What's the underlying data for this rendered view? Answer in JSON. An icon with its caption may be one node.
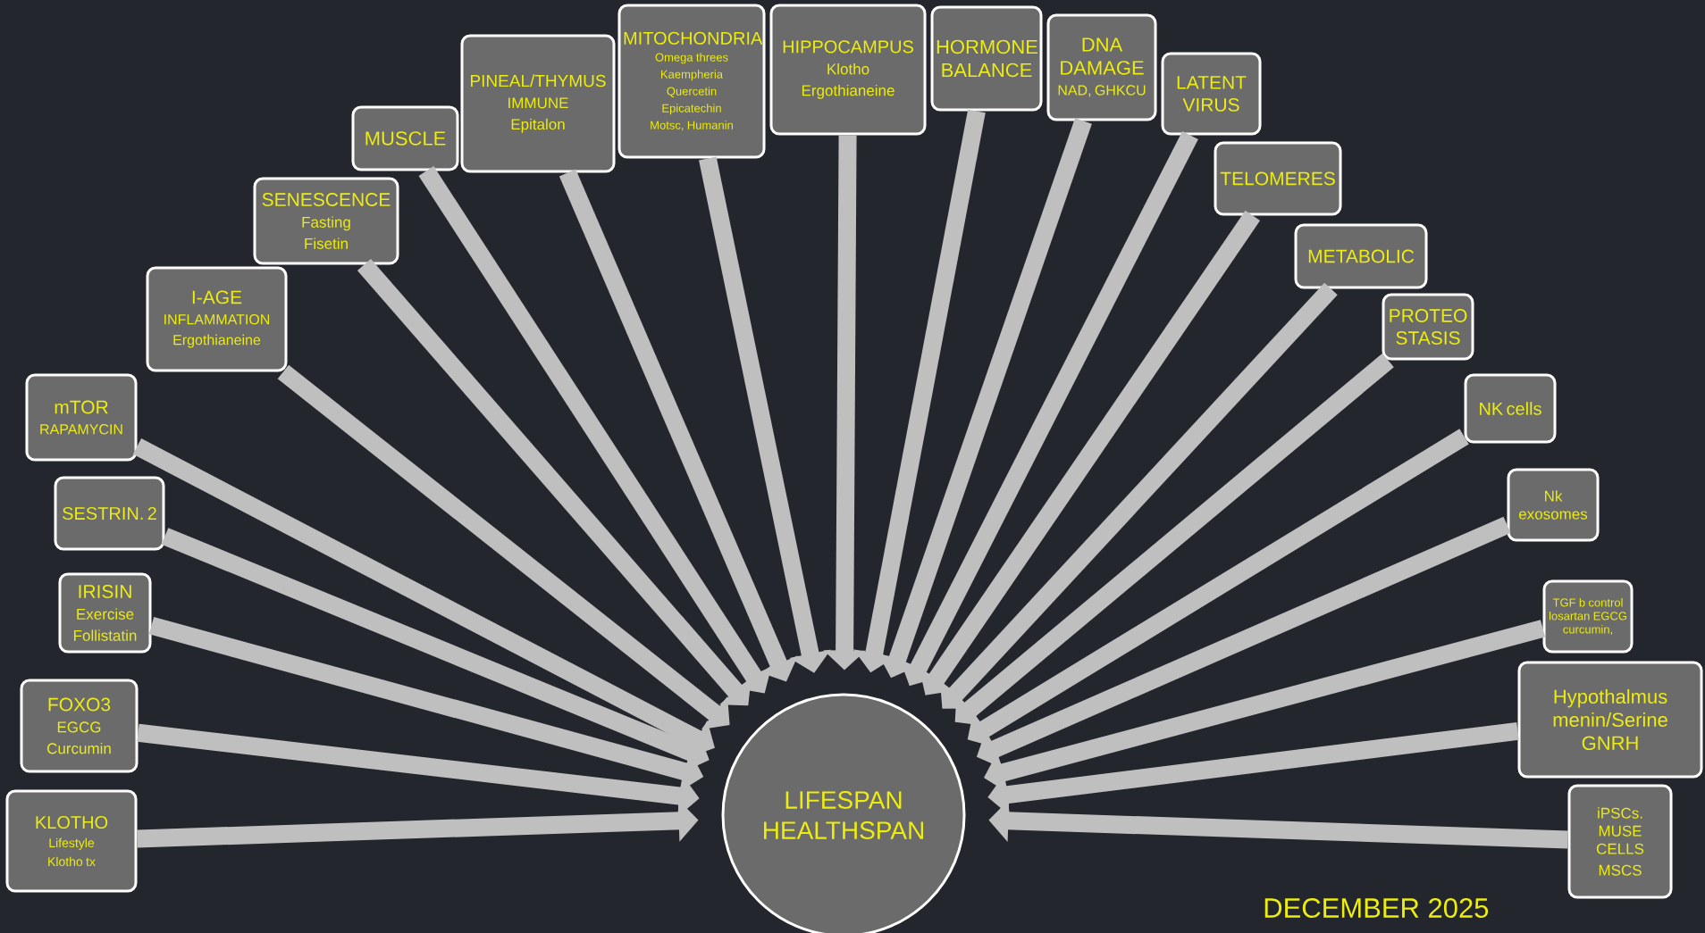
{
  "diagram": {
    "nodes": [
      {
        "text": [
          "KLOTHO",
          "Lifestyle",
          "Klotho tx"
        ]
      },
      {
        "text": [
          "FOXO3",
          "EGCG",
          "Curcumin"
        ]
      },
      {
        "text": [
          "IRISIN",
          "Exercise",
          "Follistatin"
        ]
      },
      {
        "text": [
          "SESTRIN. 2"
        ]
      },
      {
        "text": [
          "mTOR",
          "RAPAMYCIN"
        ]
      },
      {
        "text": [
          "I-AGE",
          "INFLAMMATION",
          "Ergothianeine"
        ]
      },
      {
        "text": [
          "SENESCENCE",
          "Fasting",
          "Fisetin"
        ]
      },
      {
        "text": [
          "MUSCLE"
        ]
      },
      {
        "text": [
          "PINEAL/THYMUS",
          "IMMUNE",
          "Epitalon"
        ]
      },
      {
        "text": [
          "MITOCHONDRIA",
          "Omega threes",
          "Kaempheria",
          "Quercetin",
          "Epicatechin",
          "Motsc, Humanin"
        ]
      },
      {
        "text": [
          "HIPPOCAMPUS",
          "Klotho",
          "Ergothianeine"
        ]
      },
      {
        "text": [
          "HORMONE BALANCE"
        ]
      },
      {
        "text": [
          "DNA DAMAGE",
          "NAD, GHKCU"
        ]
      },
      {
        "text": [
          "LATENT VIRUS"
        ]
      },
      {
        "text": [
          "TELOMERES"
        ]
      },
      {
        "text": [
          "METABOLIC"
        ]
      },
      {
        "text": [
          "PROTEO STASIS"
        ]
      },
      {
        "text": [
          "NK cells"
        ]
      },
      {
        "text": [
          "Nk exosomes"
        ]
      },
      {
        "text": [
          "TGF b control losartan EGCG curcumin,"
        ]
      },
      {
        "text": [
          "Hypothalmus menin/Serine GNRH"
        ]
      },
      {
        "text": [
          "iPSCs. MUSE CELLS",
          "MSCS"
        ]
      },
      {
        "text": [
          "LIFESPAN HEALTHSPAN"
        ]
      }
    ],
    "edges": [
      {
        "from": 0,
        "to": 22,
        "arrow": "to"
      },
      {
        "from": 1,
        "to": 22,
        "arrow": "to"
      },
      {
        "from": 2,
        "to": 22,
        "arrow": "to"
      },
      {
        "from": 3,
        "to": 22,
        "arrow": "to"
      },
      {
        "from": 4,
        "to": 22,
        "arrow": "to"
      },
      {
        "from": 5,
        "to": 22,
        "arrow": "to"
      },
      {
        "from": 6,
        "to": 22,
        "arrow": "to"
      },
      {
        "from": 7,
        "to": 22,
        "arrow": "to"
      },
      {
        "from": 8,
        "to": 22,
        "arrow": "to"
      },
      {
        "from": 9,
        "to": 22,
        "arrow": "to"
      },
      {
        "from": 10,
        "to": 22,
        "arrow": "to"
      },
      {
        "from": 11,
        "to": 22,
        "arrow": "to"
      },
      {
        "from": 12,
        "to": 22,
        "arrow": "to"
      },
      {
        "from": 13,
        "to": 22,
        "arrow": "to"
      },
      {
        "from": 14,
        "to": 22,
        "arrow": "to"
      },
      {
        "from": 15,
        "to": 22,
        "arrow": "to"
      },
      {
        "from": 16,
        "to": 22,
        "arrow": "to"
      },
      {
        "from": 17,
        "to": 22,
        "arrow": "to"
      },
      {
        "from": 18,
        "to": 22,
        "arrow": "to"
      },
      {
        "from": 19,
        "to": 22,
        "arrow": "to"
      },
      {
        "from": 20,
        "to": 22,
        "arrow": "to"
      },
      {
        "from": 21,
        "to": 22,
        "arrow": "to"
      }
    ],
    "labels": [
      "DECEMBER 2025"
    ]
  }
}
